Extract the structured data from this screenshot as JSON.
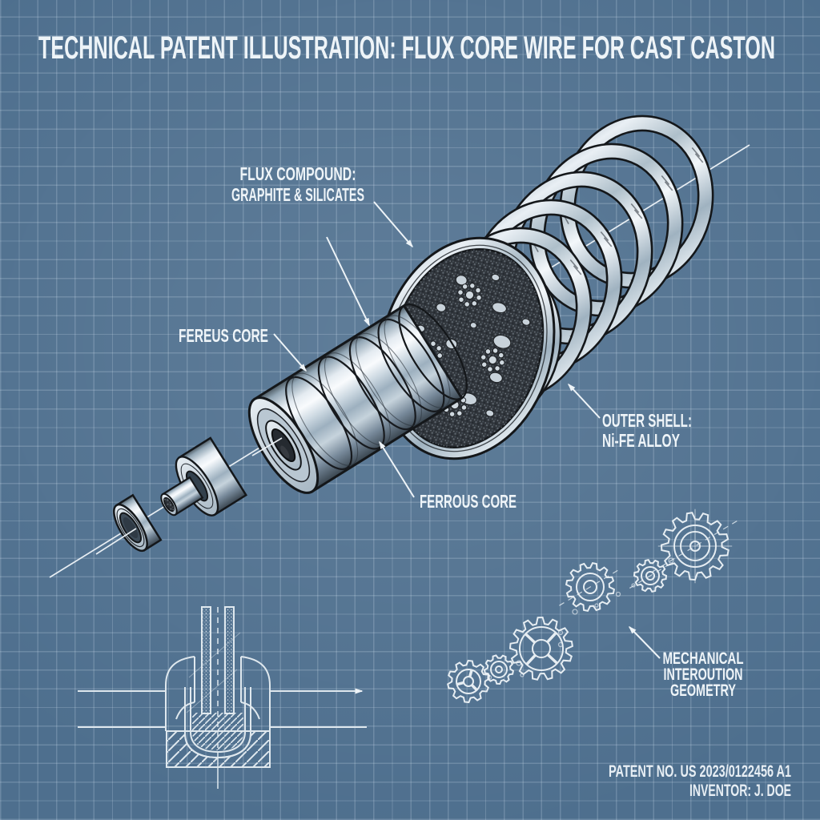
{
  "title": "TECHNICAL PATENT ILLUSTRATION: FLUX CORE WIRE FOR CAST CASTON",
  "labels": {
    "flux_compound": {
      "line1": "FLUX COMPOUND:",
      "line2": "GRAPHITE & SILICATES"
    },
    "fereus_core": "FEREUS CORE",
    "outer_shell": {
      "line1": "OUTER SHELL:",
      "line2": "Ni-FE ALLOY"
    },
    "ferrous_core": "FERROUS CORE",
    "mechanical": {
      "line1": "MECHANICAL",
      "line2": "INTEROUTION",
      "line3": "GEOMETRY"
    }
  },
  "footer": {
    "patent_no": "PATENT NO. US 2023/0122456 A1",
    "inventor": "INVENTOR: J. DOE"
  },
  "colors": {
    "background": "#4e6f8e",
    "background_edge": "#3c5a78",
    "grid_line": "#7d97ad",
    "line_art": "#eef4f8",
    "outline_ink": "#14171a",
    "metal_highlight": "#f6f9fb",
    "metal_mid": "#b9c7d3",
    "metal_shadow": "#66798a",
    "flux_dark": "#2f343a"
  }
}
